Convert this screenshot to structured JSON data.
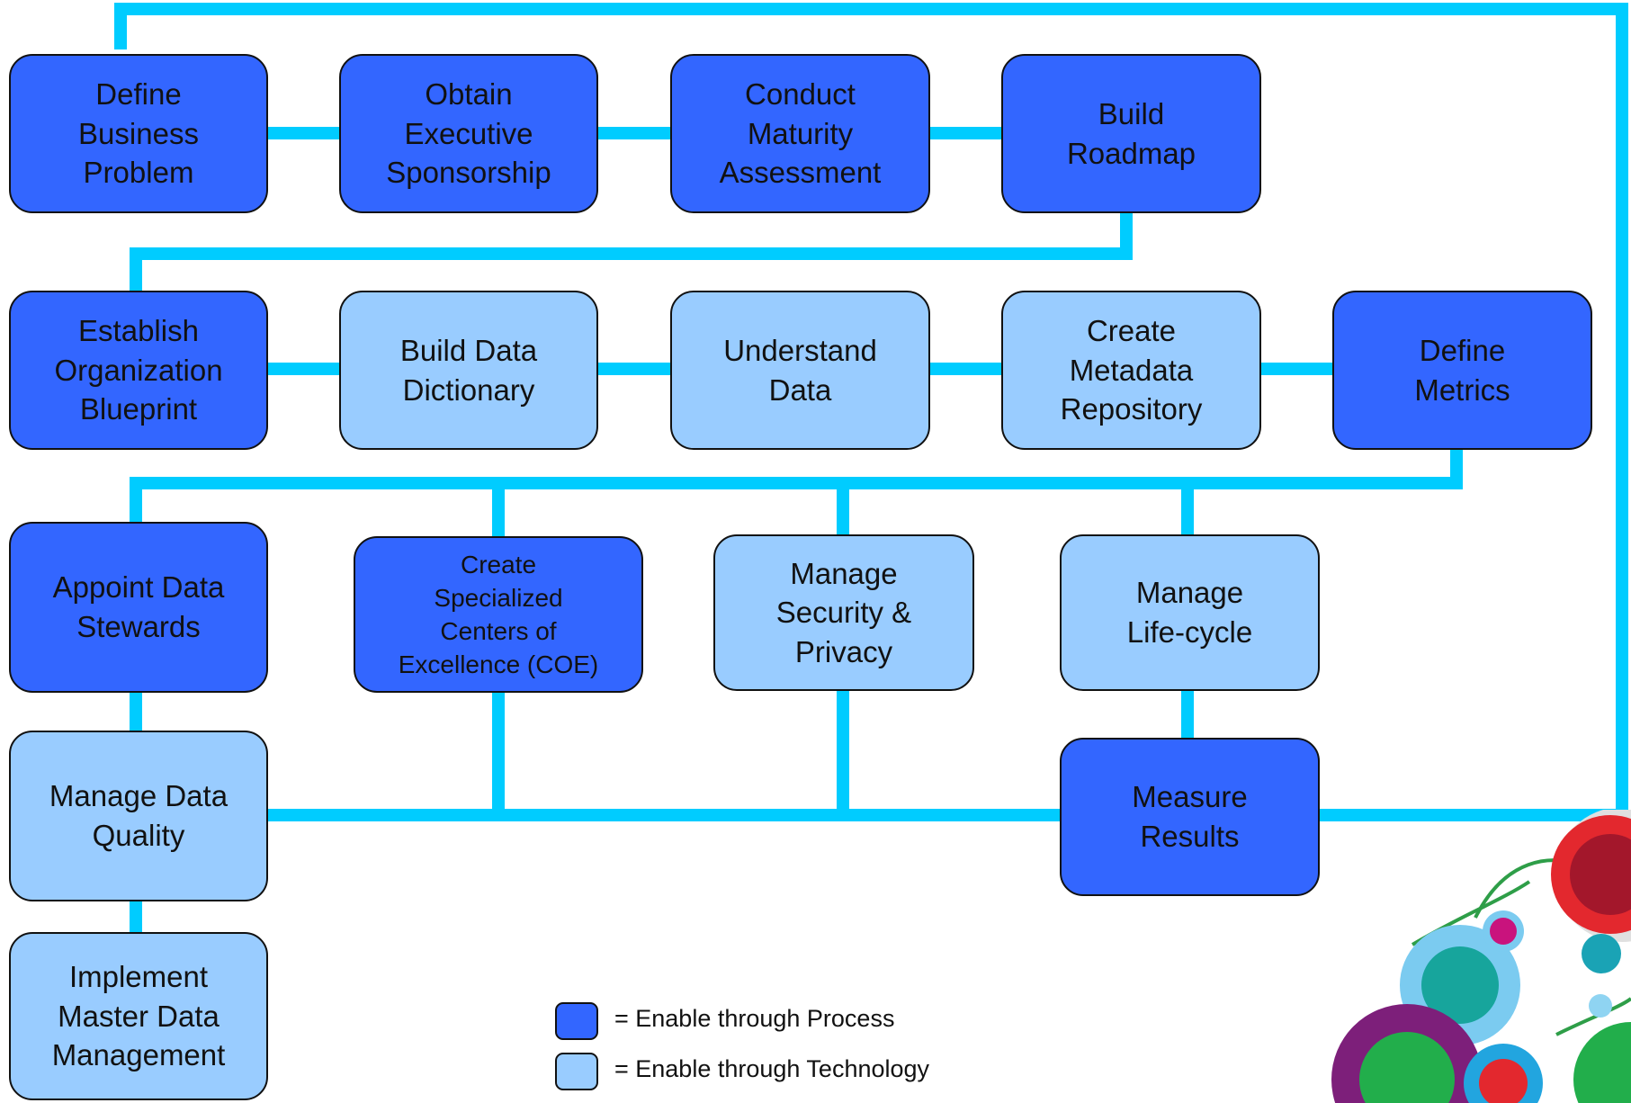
{
  "colors": {
    "connector": "#00CCFF",
    "process": "#3366FF",
    "technology": "#99CCFF",
    "border": "#111111"
  },
  "steps": {
    "define_business_problem": "Define\nBusiness\nProblem",
    "obtain_executive_sponsorship": "Obtain\nExecutive\nSponsorship",
    "conduct_maturity_assessment": "Conduct\nMaturity\nAssessment",
    "build_roadmap": "Build\nRoadmap",
    "establish_organization_blueprint": "Establish\nOrganization\nBlueprint",
    "build_data_dictionary": "Build Data\nDictionary",
    "understand_data": "Understand\nData",
    "create_metadata_repository": "Create\nMetadata\nRepository",
    "define_metrics": "Define\nMetrics",
    "appoint_data_stewards": "Appoint Data\nStewards",
    "create_specialized_coe": "Create\nSpecialized\nCenters of\nExcellence (COE)",
    "manage_security_privacy": "Manage\nSecurity &\nPrivacy",
    "manage_lifecycle": "Manage\nLife-cycle",
    "manage_data_quality": "Manage Data\nQuality",
    "measure_results": "Measure\nResults",
    "implement_mdm": "Implement\nMaster Data\nManagement"
  },
  "step_types": {
    "define_business_problem": "process",
    "obtain_executive_sponsorship": "process",
    "conduct_maturity_assessment": "process",
    "build_roadmap": "process",
    "establish_organization_blueprint": "process",
    "build_data_dictionary": "technology",
    "understand_data": "technology",
    "create_metadata_repository": "technology",
    "define_metrics": "process",
    "appoint_data_stewards": "process",
    "create_specialized_coe": "process",
    "manage_security_privacy": "technology",
    "manage_lifecycle": "technology",
    "manage_data_quality": "technology",
    "measure_results": "process",
    "implement_mdm": "technology"
  },
  "legend": {
    "process_label": "= Enable through Process",
    "technology_label": "= Enable through Technology"
  }
}
